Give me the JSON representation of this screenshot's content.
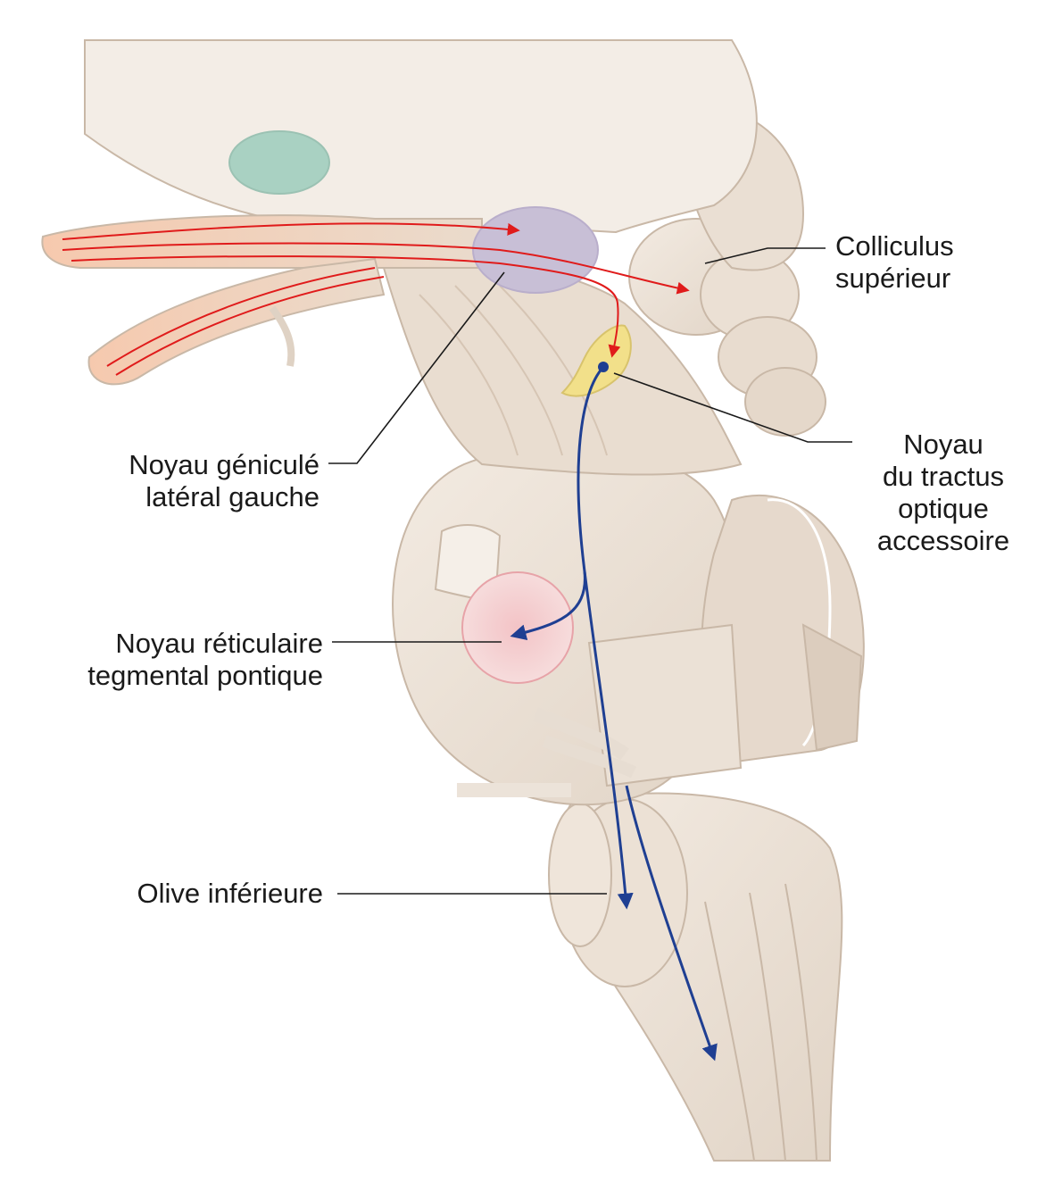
{
  "labels": {
    "colliculus": [
      "Colliculus",
      "supérieur"
    ],
    "geniculate": [
      "Noyau géniculé",
      "latéral gauche"
    ],
    "accessory": [
      "Noyau",
      "du tractus",
      "optique",
      "accessoire"
    ],
    "reticular": [
      "Noyau réticulaire",
      "tegmental pontique"
    ],
    "olive": [
      "Olive inférieure"
    ]
  },
  "colors": {
    "tissue": "#ede3d8",
    "tissue_shade": "#d9cbbd",
    "tissue_outline": "#c9b8a7",
    "thalamus_oval": "#a9d1c2",
    "geniculate_nucleus": "#c8bfd6",
    "accessory_nucleus": "#f2e08a",
    "reticular_nucleus": "#f2c9cb",
    "visual_pathway": "#e01b1b",
    "efferent_pathway": "#1f3f92",
    "leader_line": "#1a1a1a"
  }
}
